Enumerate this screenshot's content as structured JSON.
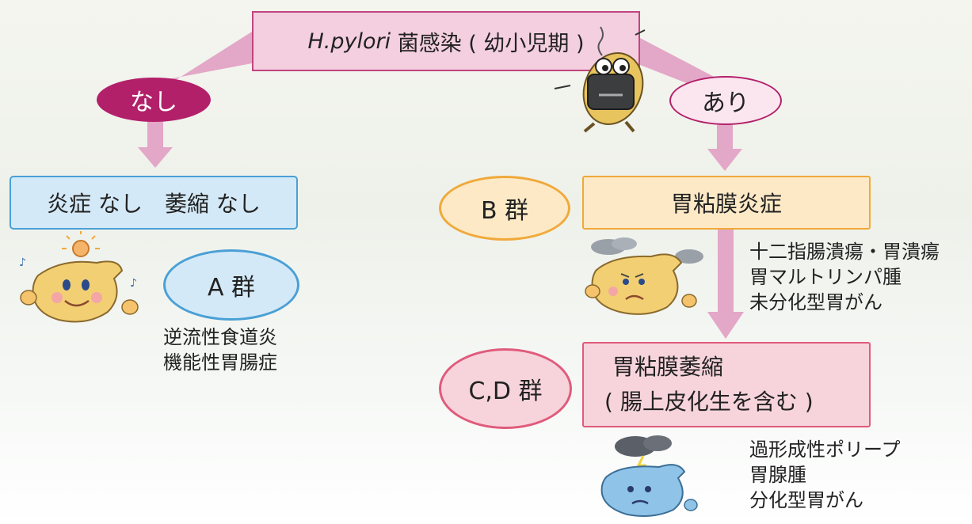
{
  "top": {
    "italic": "H.pylori",
    "rest": " 菌感染 ( 幼小児期 )"
  },
  "branches": {
    "no": "なし",
    "yes": "あり"
  },
  "left": {
    "state_box": "炎症 なし　萎縮 なし",
    "group": "A 群",
    "notes": [
      "逆流性食道炎",
      "機能性胃腸症"
    ]
  },
  "right_mid": {
    "group": "B 群",
    "state_box": "胃粘膜炎症",
    "notes": [
      "十二指腸潰瘍・胃潰瘍",
      "胃マルトリンパ腫",
      "未分化型胃がん"
    ]
  },
  "right_bottom": {
    "group": "C,D 群",
    "state_line1": "胃粘膜萎縮",
    "state_line2": "( 腸上皮化生を含む )",
    "notes": [
      "過形成性ポリープ",
      "胃腺腫",
      "分化型胃がん"
    ]
  },
  "colors": {
    "top_box_fill": "#f4cfe0",
    "top_box_border": "#c2457f",
    "no_fill": "#b3206a",
    "yes_border": "#b3206a",
    "arrow": "#e3a7c7",
    "blue_fill": "#d4e9f7",
    "blue_border": "#4aa0d6",
    "orange_fill": "#fde9c6",
    "orange_border": "#f0a93a",
    "pink_fill": "#f7d4dc",
    "pink_border": "#e05b7b"
  }
}
